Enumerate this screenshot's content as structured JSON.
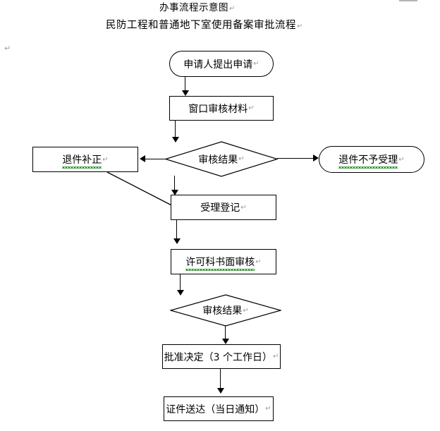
{
  "document": {
    "title_main": "办事流程示意图",
    "title_sub": "民防工程和普通地下室使用备案审批流程",
    "pilcrow_glyph": "↵"
  },
  "flowchart": {
    "type": "process-flow-diagram",
    "nodes": [
      {
        "id": "start",
        "shape": "rounded-rectangle",
        "label": "申请人提出申请",
        "spellcheck": false
      },
      {
        "id": "window-review",
        "shape": "rectangle",
        "label": "窗口审核材料",
        "spellcheck": false
      },
      {
        "id": "decision-1",
        "shape": "diamond",
        "label": "审核结果",
        "spellcheck": false
      },
      {
        "id": "return-fix",
        "shape": "rectangle",
        "label": "退件补正",
        "spellcheck": true
      },
      {
        "id": "return-reject",
        "shape": "rounded-rectangle",
        "label": "退件不予受理",
        "spellcheck": true
      },
      {
        "id": "register",
        "shape": "rectangle",
        "label": "受理登记",
        "spellcheck": false
      },
      {
        "id": "paper-review",
        "shape": "rectangle",
        "label": "许可科书面审核",
        "spellcheck": true
      },
      {
        "id": "decision-2",
        "shape": "diamond",
        "label": "审核结果",
        "spellcheck": false
      },
      {
        "id": "approval",
        "shape": "rectangle",
        "label": "批准决定（3 个工作日）",
        "spellcheck": false
      },
      {
        "id": "delivery",
        "shape": "rectangle",
        "label": "证件送达（当日通知）",
        "spellcheck": false
      }
    ],
    "edges": [
      {
        "from": "start",
        "to": "window-review",
        "direction": "down"
      },
      {
        "from": "window-review",
        "to": "decision-1",
        "direction": "down"
      },
      {
        "from": "decision-1",
        "to": "return-fix",
        "direction": "left"
      },
      {
        "from": "decision-1",
        "to": "return-reject",
        "direction": "right"
      },
      {
        "from": "decision-1",
        "to": "register",
        "direction": "down"
      },
      {
        "from": "return-fix",
        "to": "register",
        "direction": "diagonal"
      },
      {
        "from": "register",
        "to": "paper-review",
        "direction": "down"
      },
      {
        "from": "paper-review",
        "to": "decision-2",
        "direction": "down"
      },
      {
        "from": "decision-2",
        "to": "approval",
        "direction": "down"
      },
      {
        "from": "approval",
        "to": "delivery",
        "direction": "down"
      }
    ]
  },
  "colors": {
    "line": "#000000",
    "text": "#000000",
    "spellcheck": "#1b8a1b",
    "pilcrow": "#9a9a9a",
    "background": "#ffffff"
  }
}
